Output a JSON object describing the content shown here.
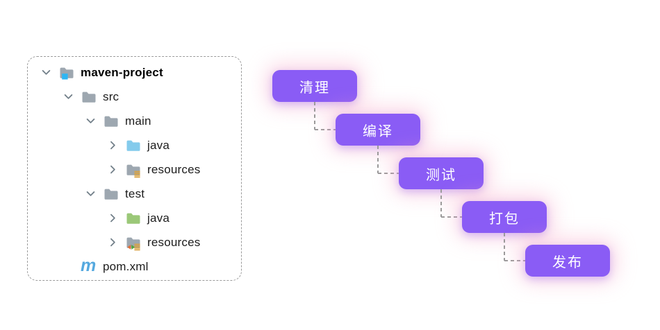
{
  "project_tree": {
    "items": [
      {
        "label": "maven-project",
        "level": 0,
        "chevron": "down",
        "icon": "project-folder",
        "bold": true
      },
      {
        "label": "src",
        "level": 1,
        "chevron": "down",
        "icon": "folder",
        "bold": false
      },
      {
        "label": "main",
        "level": 2,
        "chevron": "down",
        "icon": "folder",
        "bold": false
      },
      {
        "label": "java",
        "level": 3,
        "chevron": "right",
        "icon": "sources-folder",
        "bold": false
      },
      {
        "label": "resources",
        "level": 3,
        "chevron": "right",
        "icon": "resources-folder",
        "bold": false
      },
      {
        "label": "test",
        "level": 2,
        "chevron": "down",
        "icon": "folder",
        "bold": false
      },
      {
        "label": "java",
        "level": 3,
        "chevron": "right",
        "icon": "test-sources-folder",
        "bold": false
      },
      {
        "label": "resources",
        "level": 3,
        "chevron": "right",
        "icon": "test-resources-folder",
        "bold": false
      },
      {
        "label": "pom.xml",
        "level": 1,
        "chevron": "none",
        "icon": "maven-logo",
        "bold": false
      }
    ]
  },
  "pipeline": {
    "steps": [
      {
        "label": "清理"
      },
      {
        "label": "编译"
      },
      {
        "label": "测试"
      },
      {
        "label": "打包"
      },
      {
        "label": "发布"
      }
    ]
  },
  "colors": {
    "step_background": "#8a5cf5",
    "step_text": "#ffffff",
    "step_glow_pink": "#f8a8c6",
    "connector": "#9b9b9b",
    "tree_border": "#9a9a9a",
    "folder_gray": "#9da7b0",
    "folder_blue": "#84cbec",
    "folder_green": "#9bc878",
    "project_badge_blue": "#2eb6f3",
    "resource_bars_amber": "#d9a343",
    "test_badge_orange": "#e2703a",
    "test_badge_green": "#4fa53c",
    "maven_logo_blue": "#55a9df"
  }
}
